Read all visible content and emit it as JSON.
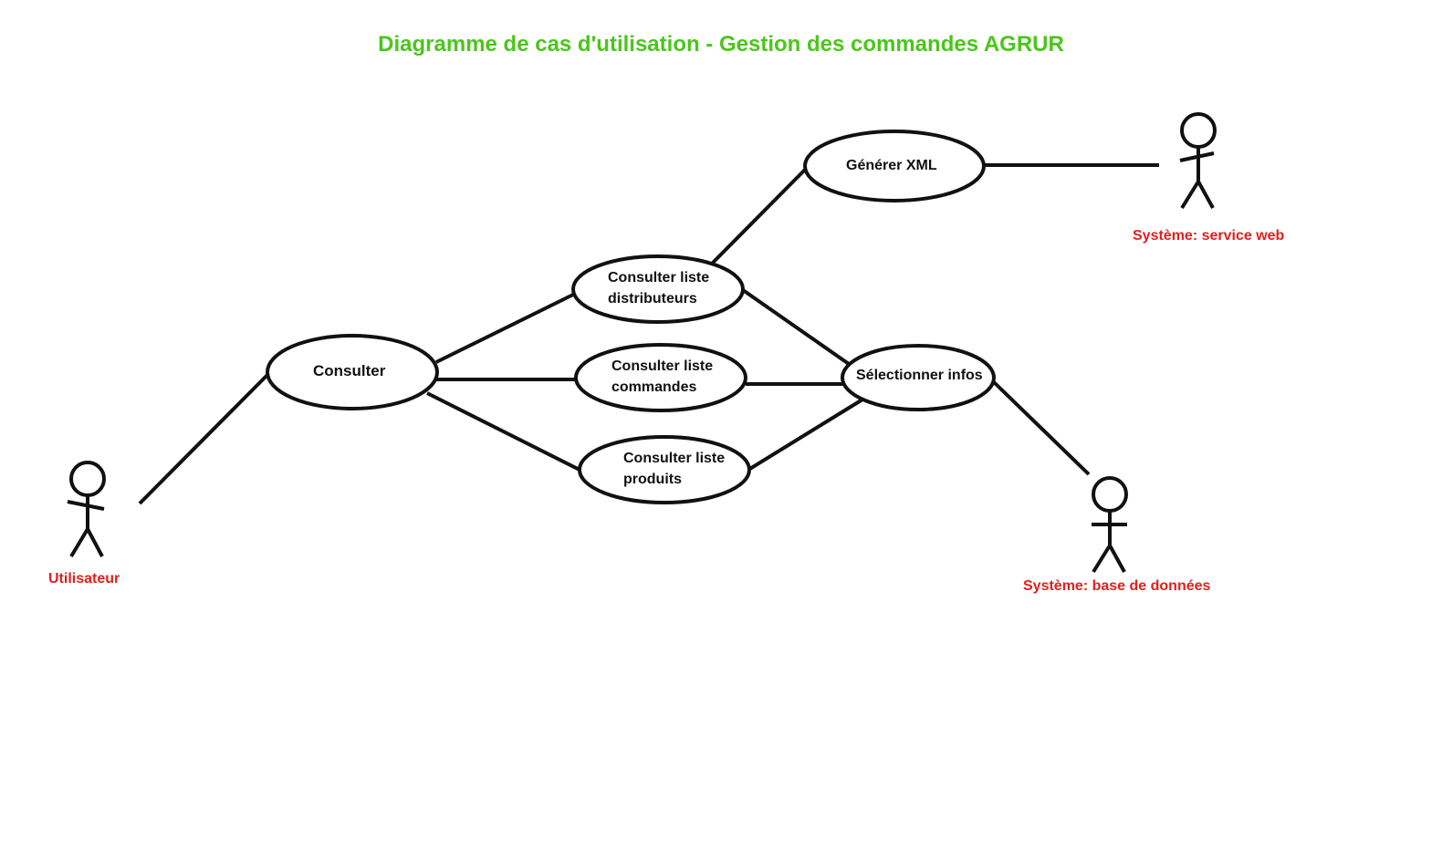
{
  "title": "Diagramme de cas d'utilisation - Gestion des commandes AGRUR",
  "colors": {
    "title": "#4cc51c",
    "actor_label": "#e0201e",
    "stroke": "#111111",
    "background": "#ffffff"
  },
  "actors": {
    "utilisateur": "Utilisateur",
    "service_web": "Système: service web",
    "base_de_donnees": "Système: base de données"
  },
  "use_cases": {
    "consulter": "Consulter",
    "liste_distributeurs": {
      "line1": "Consulter liste",
      "line2": "distributeurs"
    },
    "liste_commandes": {
      "line1": "Consulter liste",
      "line2": "commandes"
    },
    "liste_produits": {
      "line1": "Consulter liste",
      "line2": "produits"
    },
    "generer_xml": "Générer XML",
    "selectionner_infos": "Sélectionner infos"
  }
}
